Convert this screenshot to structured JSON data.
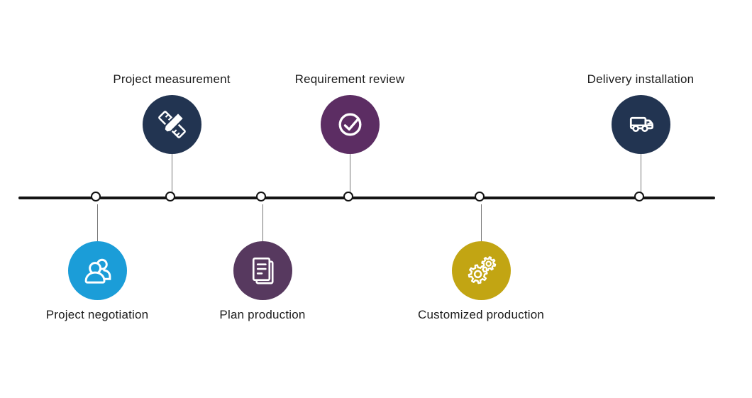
{
  "background": "#ffffff",
  "icon_color": "#ffffff",
  "timeline": {
    "line_color": "#141414",
    "node_fill": "#ffffff",
    "node_border": "#111111",
    "connector_color": "#777777"
  },
  "steps": [
    {
      "label": "Project negotiation",
      "color": "#1b9dd8",
      "icon": "people-icon",
      "position": "below"
    },
    {
      "label": "Project measurement",
      "color": "#223451",
      "icon": "ruler-pencil-icon",
      "position": "above"
    },
    {
      "label": "Plan production",
      "color": "#57395f",
      "icon": "documents-icon",
      "position": "below"
    },
    {
      "label": "Requirement review",
      "color": "#5c2d63",
      "icon": "check-circle-icon",
      "position": "above"
    },
    {
      "label": "Customized production",
      "color": "#c2a513",
      "icon": "gears-icon",
      "position": "below"
    },
    {
      "label": "Delivery installation",
      "color": "#223451",
      "icon": "truck-icon",
      "position": "above"
    }
  ]
}
